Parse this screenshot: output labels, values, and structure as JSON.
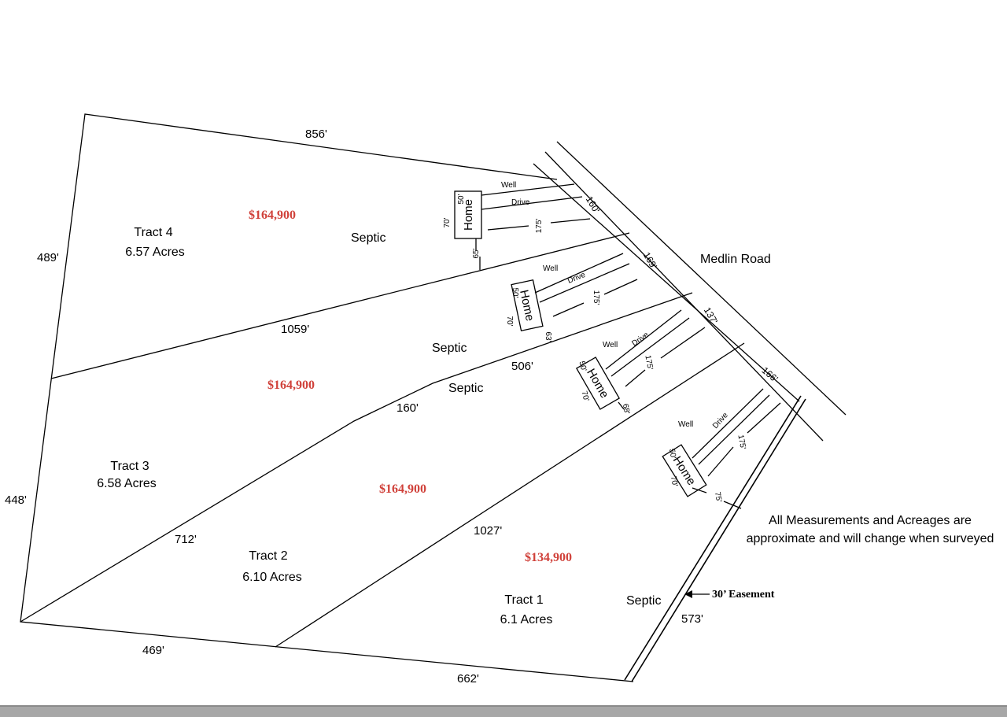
{
  "colors": {
    "price": "#d0413a",
    "line": "#000000",
    "footer": "#a7a7a7"
  },
  "road": {
    "name": "Medlin Road"
  },
  "notice": {
    "line1": "All Measurements and Acreages are",
    "line2": "approximate and will change when surveyed"
  },
  "easement": {
    "label": "30’ Easement"
  },
  "tracts": [
    {
      "name": "Tract 4",
      "acres": "6.57 Acres",
      "price": "$164,900"
    },
    {
      "name": "Tract 3",
      "acres": "6.58 Acres",
      "price": "$164,900"
    },
    {
      "name": "Tract 2",
      "acres": "6.10 Acres",
      "price": "$164,900"
    },
    {
      "name": "Tract 1",
      "acres": "6.1 Acres",
      "price": "$134,900"
    }
  ],
  "dimensions": {
    "top": "856'",
    "left_upper": "489'",
    "left_lower": "448'",
    "line_4_3": "1059'",
    "line_3_2_a": "506'",
    "line_3_2_b": "160'",
    "line_3_2_c": "712'",
    "line_2_1": "1027'",
    "bottom_left": "469'",
    "bottom_right": "662'",
    "right_edge": "573'",
    "frontage_4": "160'",
    "frontage_3": "169'",
    "frontage_2": "137'",
    "frontage_1": "166'"
  },
  "labels": {
    "septic": "Septic",
    "well": "Well",
    "drive": "Drive",
    "home": "Home",
    "home_w": "70'",
    "home_d": "50'",
    "setback": "175'",
    "side_4": "65'",
    "side_3": "63'",
    "side_2": "68'",
    "side_1": "75'"
  }
}
